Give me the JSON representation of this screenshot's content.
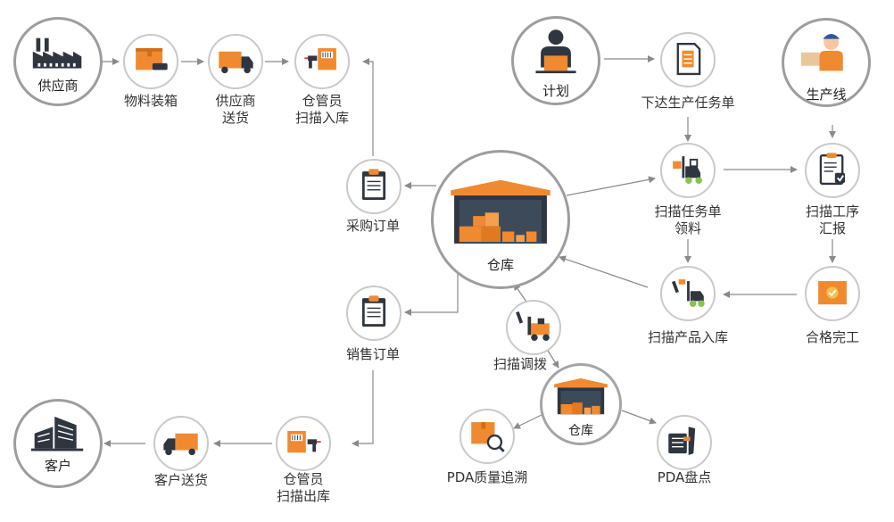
{
  "colors": {
    "orange": "#f08a30",
    "dark": "#2f3640",
    "gray": "#9d9d9d",
    "arrow": "#8a8a8a"
  },
  "nodes": {
    "supplier": {
      "label": "供应商",
      "icon": "factory-icon"
    },
    "packing": {
      "label": "物料装箱",
      "icon": "box-hand-icon"
    },
    "delivery": {
      "label1": "供应商",
      "label2": "送货",
      "icon": "truck-icon"
    },
    "clerk_in": {
      "label1": "仓管员",
      "label2": "扫描入库",
      "icon": "barcode-scanner-icon"
    },
    "purchase_order": {
      "label": "采购订单",
      "icon": "clipboard-icon"
    },
    "warehouse": {
      "label": "仓库",
      "icon": "warehouse-icon"
    },
    "sales_order": {
      "label": "销售订单",
      "icon": "clipboard-icon"
    },
    "transfer": {
      "label": "扫描调拨",
      "icon": "forklift-icon"
    },
    "warehouse2": {
      "label": "仓库",
      "icon": "warehouse-icon"
    },
    "pda_quality": {
      "label": "PDA质量追溯",
      "icon": "magnifier-box-icon"
    },
    "pda_count": {
      "label": "PDA盘点",
      "icon": "pda-icon"
    },
    "clerk_out": {
      "label1": "仓管员",
      "label2": "扫描出库",
      "icon": "barcode-scanner-icon"
    },
    "customer_delivery": {
      "label": "客户送货",
      "icon": "truck-icon"
    },
    "customer": {
      "label": "客户",
      "icon": "building-icon"
    },
    "plan": {
      "label": "计划",
      "icon": "manager-icon"
    },
    "issue_task": {
      "label": "下达生产任务单",
      "icon": "document-icon"
    },
    "production_line": {
      "label": "生产线",
      "icon": "worker-icon"
    },
    "scan_task": {
      "label1": "扫描任务单",
      "label2": "领料",
      "icon": "forklift-icon"
    },
    "scan_process": {
      "label1": "扫描工序",
      "label2": "汇报",
      "icon": "checklist-icon"
    },
    "scan_product_in": {
      "label": "扫描产品入库",
      "icon": "scanner-forklift-icon"
    },
    "qualified": {
      "label": "合格完工",
      "icon": "approved-box-icon"
    }
  }
}
